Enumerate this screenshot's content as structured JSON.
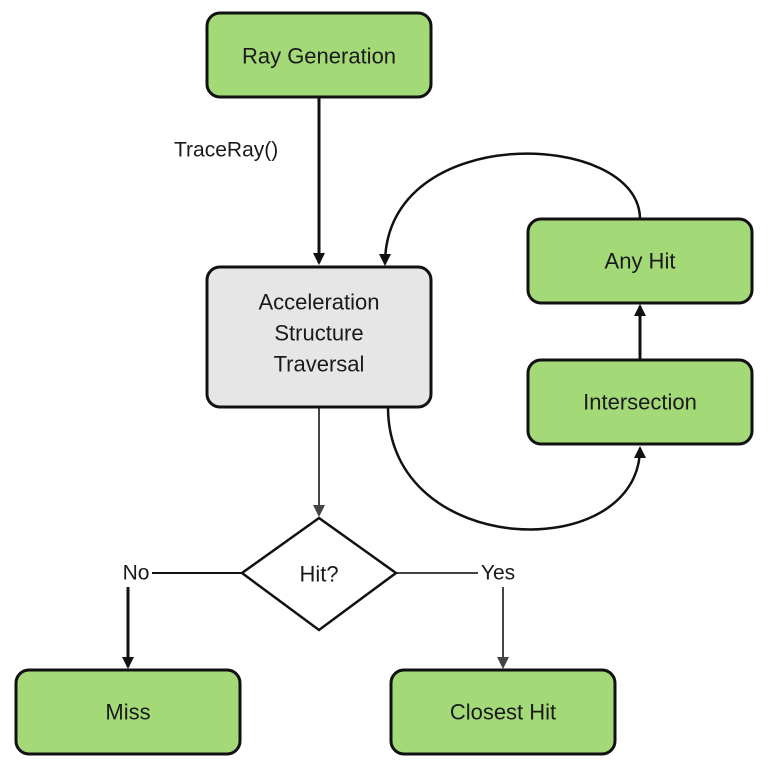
{
  "colors": {
    "process_fill": "#a3d977",
    "traversal_fill": "#e6e6e6",
    "decision_fill": "#ffffff",
    "stroke": "#111111",
    "arrow_gray": "#444444"
  },
  "nodes": {
    "ray_generation": "Ray Generation",
    "traversal": [
      "Acceleration",
      "Structure",
      "Traversal"
    ],
    "any_hit": "Any Hit",
    "intersection": "Intersection",
    "decision": "Hit?",
    "miss": "Miss",
    "closest_hit": "Closest Hit"
  },
  "edges": {
    "trace_ray": "TraceRay()",
    "no": "No",
    "yes": "Yes"
  }
}
